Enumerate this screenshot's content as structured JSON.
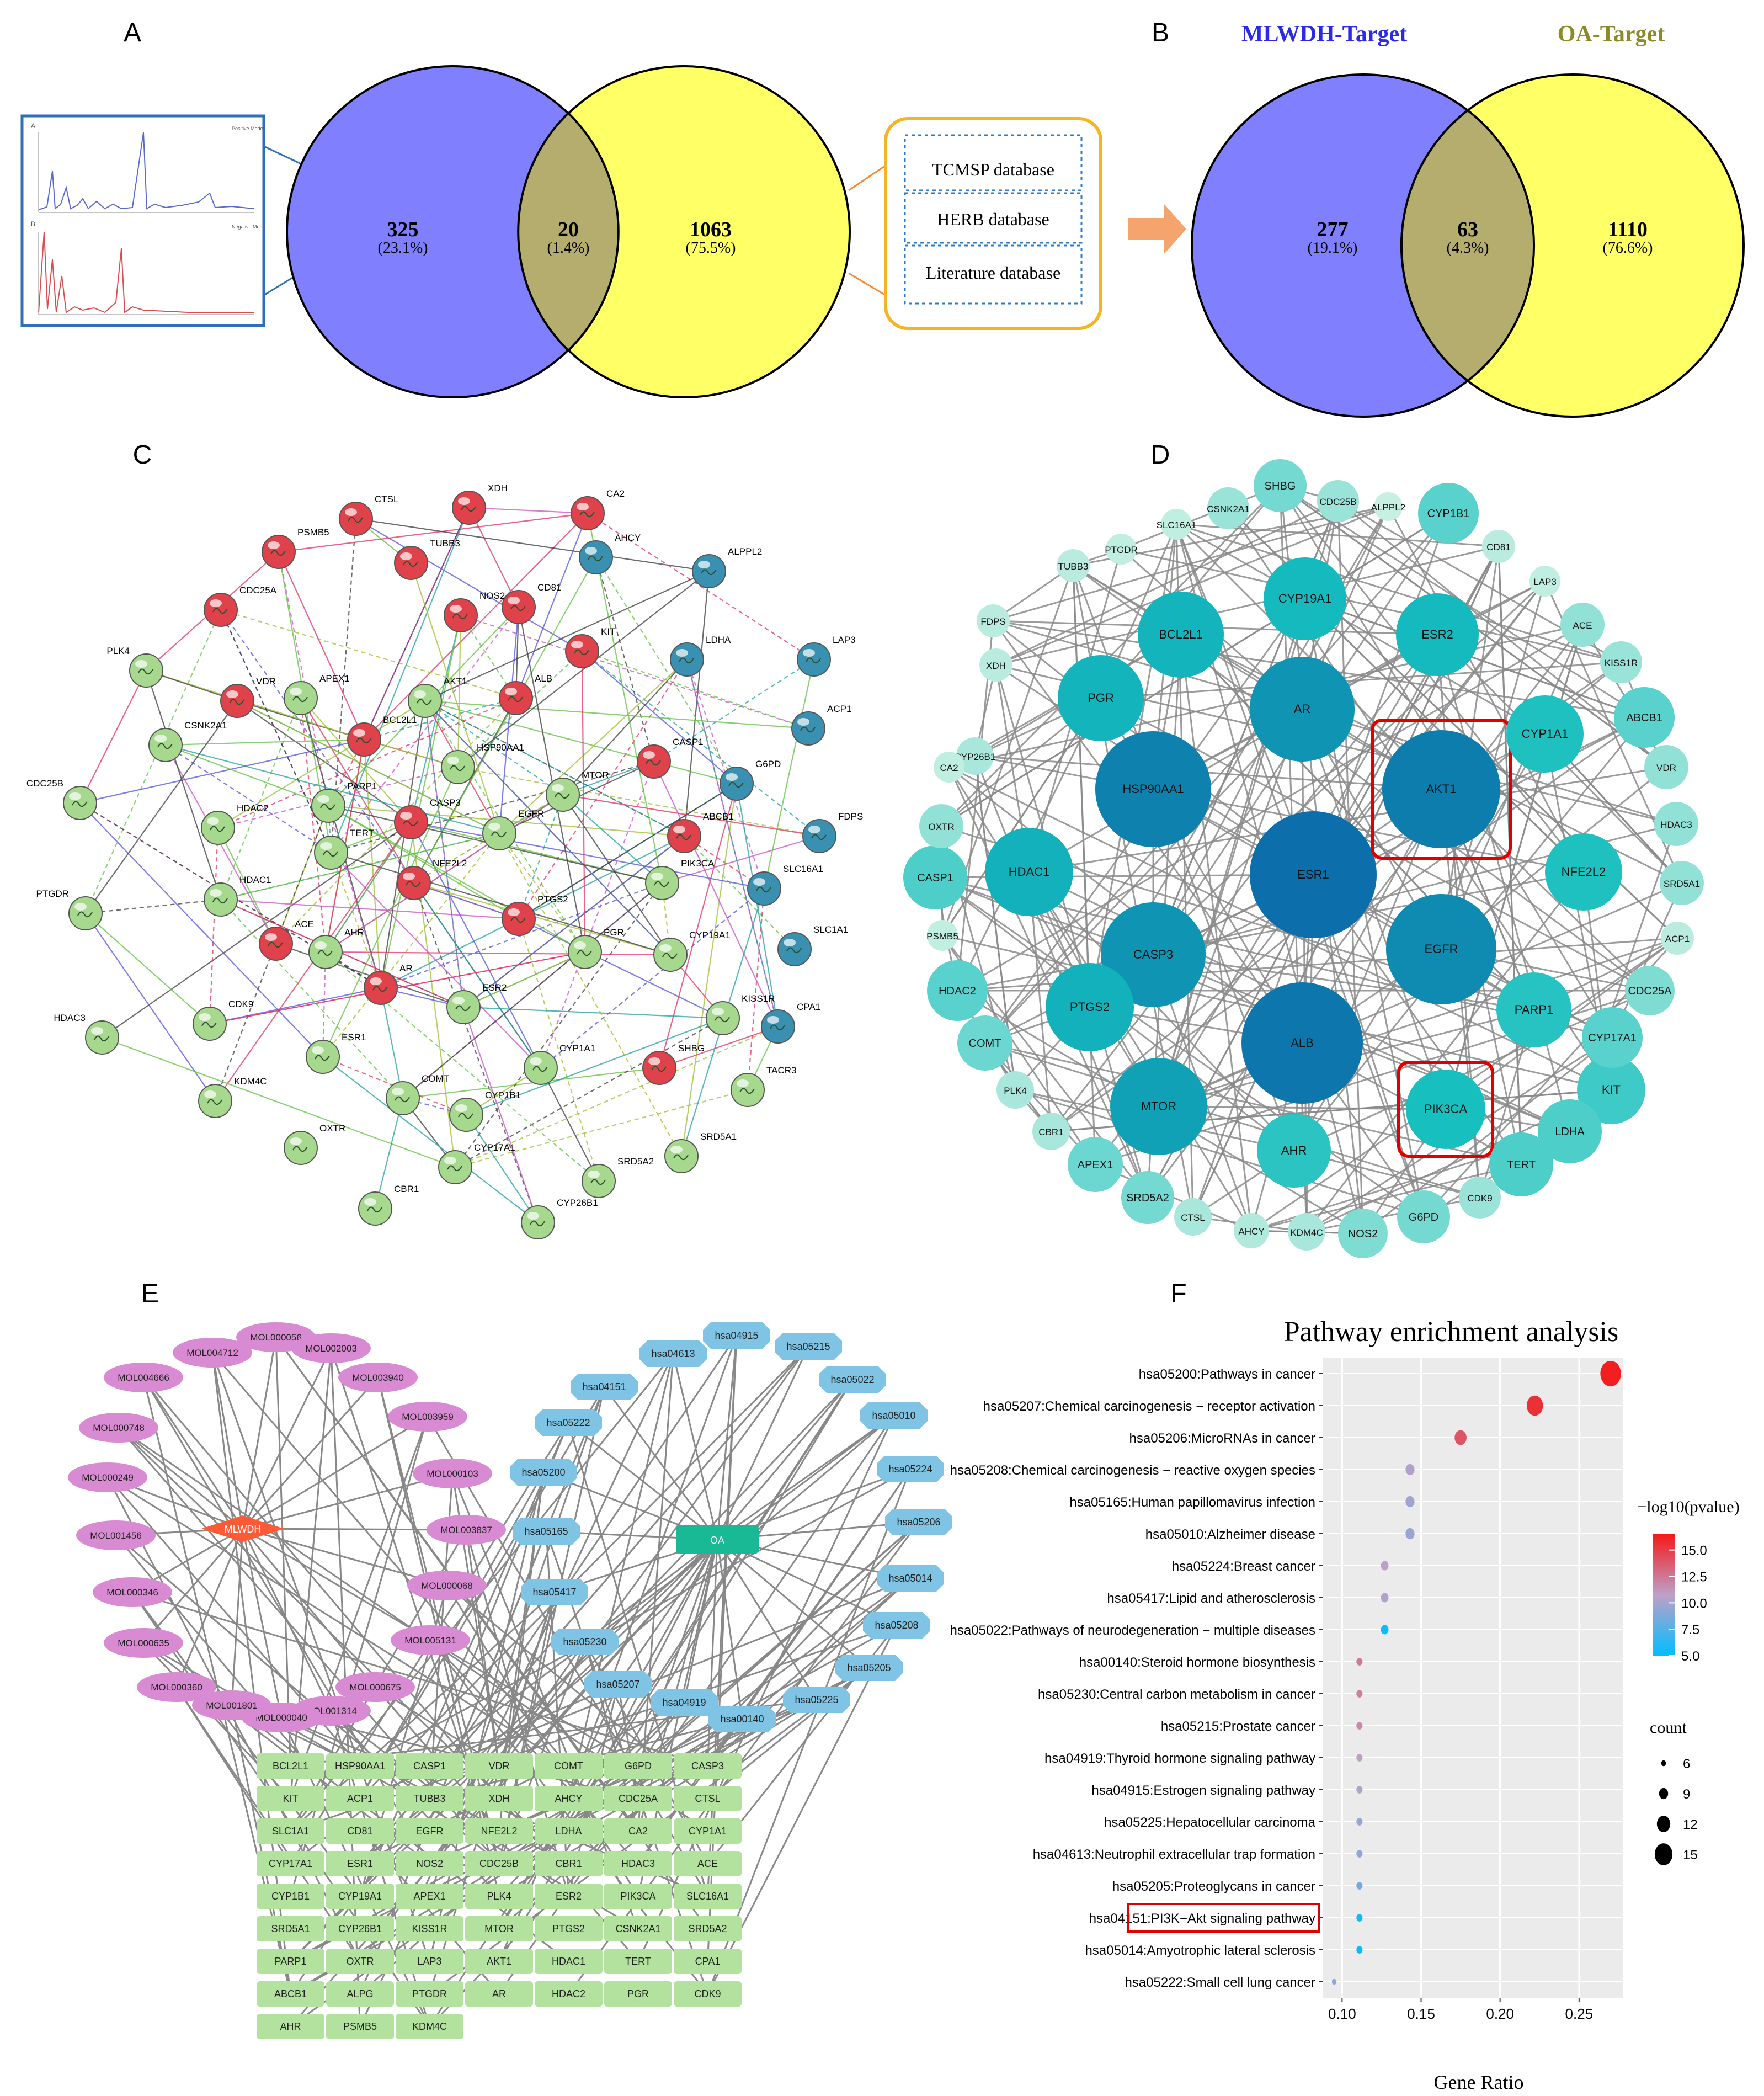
{
  "colors": {
    "venn_blue": "#8080ff",
    "venn_yellow": "#ffff66",
    "venn_overlap": "#b5ad6d",
    "string_red": "#e0424b",
    "string_green": "#a6d88e",
    "string_blue": "#3a90b0",
    "hub_dark": "#0b64a8",
    "hub_light": "#c8f0e2",
    "mlwdh_node": "#ff5a36",
    "oa_node": "#19b996",
    "mol_node": "#d88ad2",
    "hsa_node": "#7fc4e4",
    "gene_box": "#b2e29e",
    "highlight": "#e00000"
  },
  "panel_labels": [
    "A",
    "B",
    "C",
    "D",
    "E",
    "F"
  ],
  "panelA": {
    "chromatogram_labels": [
      "A",
      "B"
    ],
    "chromatogram_modes": [
      "Positive Mode",
      "Negative Mode"
    ],
    "left_count": "325",
    "left_pct": "(23.1%)",
    "mid_count": "20",
    "mid_pct": "(1.4%)",
    "right_count": "1063",
    "right_pct": "(75.5%)",
    "databases": [
      "TCMSP database",
      "HERB database",
      "Literature database"
    ]
  },
  "panelB": {
    "left_title": "MLWDH-Target",
    "right_title": "OA-Target",
    "left_count": "277",
    "left_pct": "(19.1%)",
    "mid_count": "63",
    "mid_pct": "(4.3%)",
    "right_count": "1110",
    "right_pct": "(76.6%)"
  },
  "panelC": {
    "red_nodes": [
      "CTSL",
      "XDH",
      "CA2",
      "PSMB5",
      "TUBB3",
      "NOS2",
      "CD81",
      "CDC25A",
      "KIT",
      "VDR",
      "ALB",
      "BCL2L1",
      "CASP1",
      "CASP3",
      "NFE2L2",
      "ABCB1",
      "PTGS2",
      "ACE",
      "AR",
      "SHBG"
    ],
    "blue_nodes": [
      "AHCY",
      "ALPPL2",
      "LDHA",
      "LAP3",
      "ACP1",
      "G6PD",
      "FDPS",
      "SLC16A1",
      "SLC1A1",
      "CPA1"
    ],
    "green_nodes": [
      "PLK4",
      "APEX1",
      "AKT1",
      "CSNK2A1",
      "HSP90AA1",
      "CDC25B",
      "HDAC2",
      "PARP1",
      "MTOR",
      "TERT",
      "EGFR",
      "PIK3CA",
      "HDAC1",
      "PTGDR",
      "AHR",
      "PGR",
      "CYP19A1",
      "ESR2",
      "CDK9",
      "HDAC3",
      "KISS1R",
      "ESR1",
      "CYP1A1",
      "KDM4C",
      "COMT",
      "CYP1B1",
      "TACR3",
      "OXTR",
      "CYP17A1",
      "SRD5A1",
      "CBR1",
      "SRD5A2",
      "CYP26B1"
    ]
  },
  "panelD": {
    "nodes": [
      "ESR1",
      "AKT1",
      "HSP90AA1",
      "ALB",
      "AR",
      "EGFR",
      "CASP3",
      "MTOR",
      "HDAC1",
      "PGR",
      "PTGS2",
      "BCL2L1",
      "CYP19A1",
      "ESR2",
      "CYP1A1",
      "NFE2L2",
      "PIK3CA",
      "AHR",
      "PARP1",
      "CASP1",
      "KIT",
      "LDHA",
      "TERT",
      "CYP17A1",
      "HDAC2",
      "ABCB1",
      "CYP1B1",
      "COMT",
      "APEX1",
      "SHBG",
      "SRD5A2",
      "G6PD",
      "NOS2",
      "CDC25A",
      "VDR",
      "HDAC3",
      "ACE",
      "SRD5A1",
      "OXTR",
      "KISS1R",
      "CDK9",
      "CSNK2A1",
      "CDC25B",
      "PLK4",
      "CBR1",
      "CTSL",
      "KDM4C",
      "AHCY",
      "CYP26B1",
      "XDH",
      "FDPS",
      "TUBB3",
      "PTGDR",
      "SLC16A1",
      "ALPPL2",
      "CD81",
      "LAP3",
      "CA2",
      "PSMB5",
      "ACP1"
    ],
    "highlighted": [
      "AKT1",
      "PIK3CA"
    ]
  },
  "panelE": {
    "mlwdh_label": "MLWDH",
    "oa_label": "OA",
    "molecules": [
      "MOL000056",
      "MOL002003",
      "MOL003940",
      "MOL003959",
      "MOL000103",
      "MOL003837",
      "MOL000068",
      "MOL005131",
      "MOL000675",
      "MOL001314",
      "MOL000040",
      "MOL001801",
      "MOL000360",
      "MOL000635",
      "MOL000346",
      "MOL001456",
      "MOL000249",
      "MOL000748",
      "MOL004666",
      "MOL004712"
    ],
    "pathways": [
      "hsa04915",
      "hsa05215",
      "hsa05022",
      "hsa05010",
      "hsa05224",
      "hsa05206",
      "hsa05014",
      "hsa05208",
      "hsa05205",
      "hsa05225",
      "hsa00140",
      "hsa04919",
      "hsa05207",
      "hsa05230",
      "hsa05417",
      "hsa05165",
      "hsa05200",
      "hsa05222",
      "hsa04151",
      "hsa04613"
    ],
    "genes": [
      [
        "BCL2L1",
        "HSP90AA1",
        "CASP1",
        "VDR",
        "COMT",
        "G6PD",
        "CASP3"
      ],
      [
        "KIT",
        "ACP1",
        "TUBB3",
        "XDH",
        "AHCY",
        "CDC25A",
        "CTSL"
      ],
      [
        "SLC1A1",
        "CD81",
        "EGFR",
        "NFE2L2",
        "LDHA",
        "CA2",
        "CYP1A1"
      ],
      [
        "CYP17A1",
        "ESR1",
        "NOS2",
        "CDC25B",
        "CBR1",
        "HDAC3",
        "ACE"
      ],
      [
        "CYP1B1",
        "CYP19A1",
        "APEX1",
        "PLK4",
        "ESR2",
        "PIK3CA",
        "SLC16A1"
      ],
      [
        "SRD5A1",
        "CYP26B1",
        "KISS1R",
        "MTOR",
        "PTGS2",
        "CSNK2A1",
        "SRD5A2"
      ],
      [
        "PARP1",
        "OXTR",
        "LAP3",
        "AKT1",
        "HDAC1",
        "TERT",
        "CPA1"
      ],
      [
        "ABCB1",
        "ALPG",
        "PTGDR",
        "AR",
        "HDAC2",
        "PGR",
        "CDK9"
      ],
      [
        "AHR",
        "PSMB5",
        "KDM4C"
      ]
    ]
  },
  "chart_data": {
    "type": "scatter",
    "title": "Pathway enrichment analysis",
    "xlabel": "Gene Ratio",
    "xticks": [
      "0.10",
      "0.15",
      "0.20",
      "0.25"
    ],
    "xlim": [
      0.088,
      0.278
    ],
    "colorbar_title": "−log10(pvalue)",
    "colorbar_ticks": [
      "15.0",
      "12.5",
      "10.0",
      "7.5",
      "5.0"
    ],
    "colorbar_range": [
      5.0,
      16.5
    ],
    "size_title": "count",
    "size_ticks": [
      "6",
      "9",
      "12",
      "15"
    ],
    "categories": [
      "hsa05200:Pathways in cancer",
      "hsa05207:Chemical carcinogenesis − receptor activation",
      "hsa05206:MicroRNAs in cancer",
      "hsa05208:Chemical carcinogenesis − reactive oxygen species",
      "hsa05165:Human papillomavirus infection",
      "hsa05010:Alzheimer disease",
      "hsa05224:Breast cancer",
      "hsa05417:Lipid and atherosclerosis",
      "hsa05022:Pathways of neurodegeneration − multiple diseases",
      "hsa00140:Steroid hormone biosynthesis",
      "hsa05230:Central carbon metabolism in cancer",
      "hsa05215:Prostate cancer",
      "hsa04919:Thyroid hormone signaling pathway",
      "hsa04915:Estrogen signaling pathway",
      "hsa05225:Hepatocellular carcinoma",
      "hsa04613:Neutrophil extracellular trap formation",
      "hsa05205:Proteoglycans in cancer",
      "hsa04151:PI3K−Akt signaling pathway",
      "hsa05014:Amyotrophic lateral sclerosis",
      "hsa05222:Small cell lung cancer"
    ],
    "x": [
      0.27,
      0.222,
      0.175,
      0.143,
      0.143,
      0.143,
      0.127,
      0.127,
      0.127,
      0.111,
      0.111,
      0.111,
      0.111,
      0.111,
      0.111,
      0.111,
      0.111,
      0.111,
      0.111,
      0.095
    ],
    "count": [
      17,
      14,
      11,
      9,
      9,
      9,
      8,
      8,
      8,
      7,
      7,
      7,
      7,
      7,
      7,
      7,
      7,
      7,
      7,
      6
    ],
    "neglog10p": [
      16.3,
      15.5,
      14.0,
      10.4,
      9.9,
      9.6,
      10.7,
      10.3,
      5.3,
      12.4,
      12.1,
      11.7,
      10.8,
      10.4,
      9.6,
      9.3,
      8.6,
      5.5,
      5.1,
      9.2
    ],
    "highlighted_category": "hsa04151:PI3K−Akt signaling pathway"
  }
}
